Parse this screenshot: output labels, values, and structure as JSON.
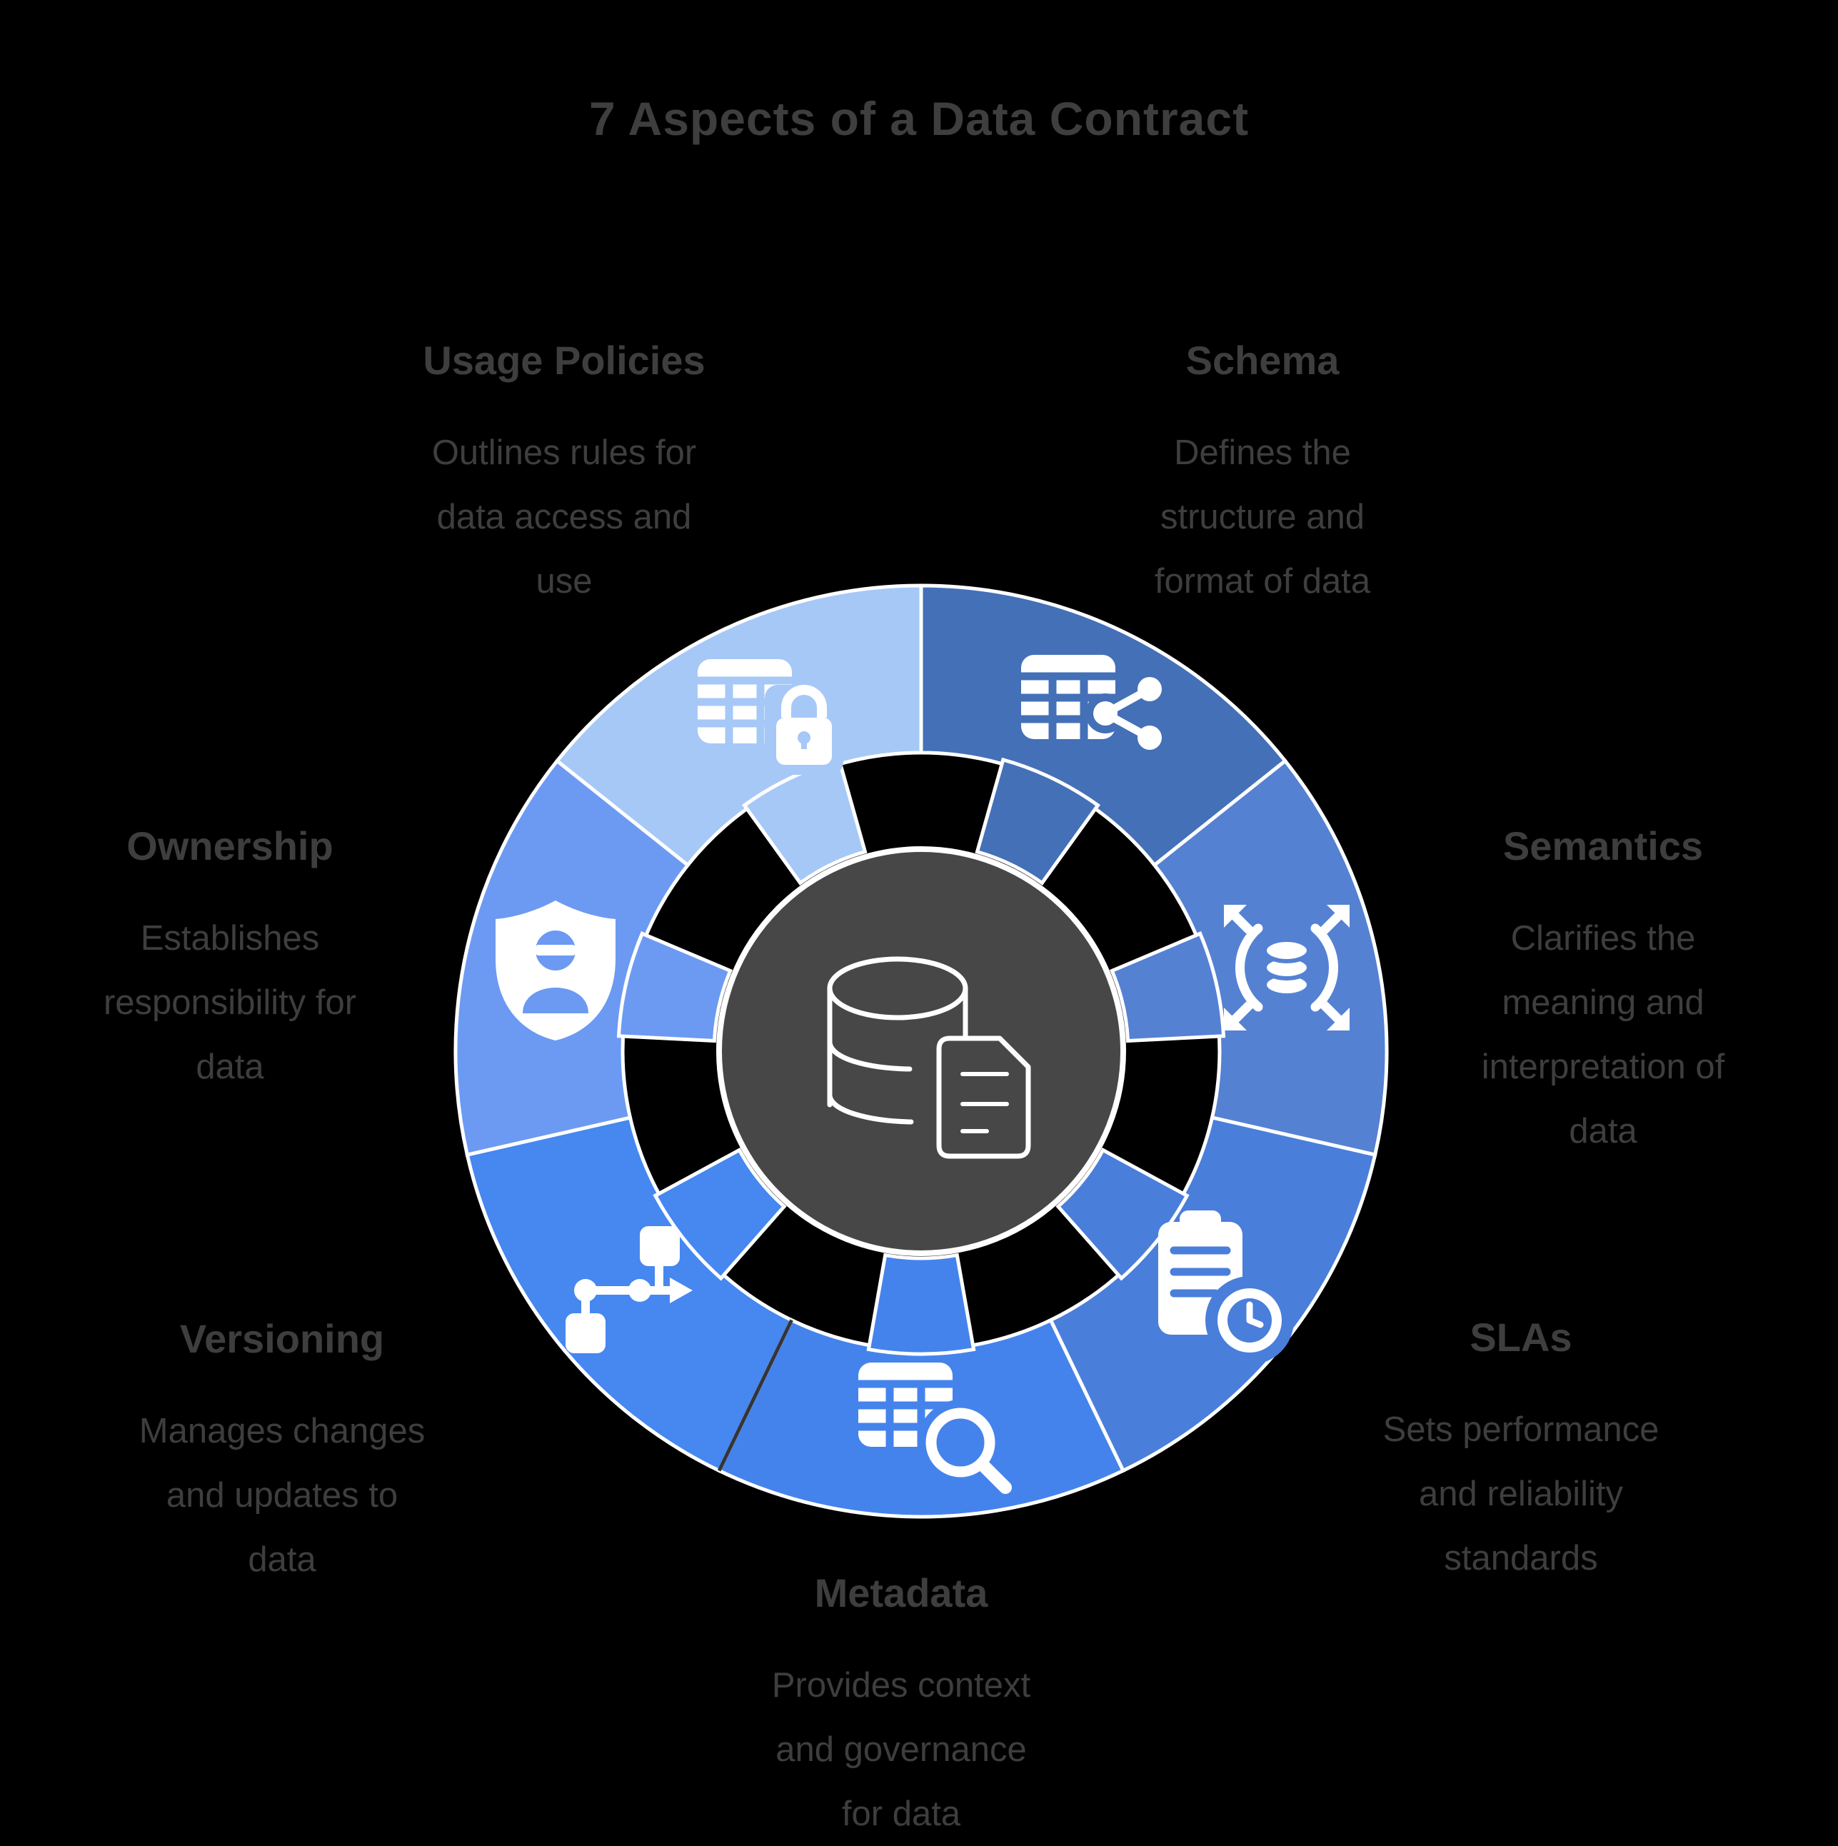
{
  "title": "7 Aspects of a Data Contract",
  "colors": {
    "background": "#000000",
    "text": "#3e3e3e",
    "hub": "#474747",
    "divider": "#ffffff",
    "dark_divider": "#353535"
  },
  "center": {
    "icon": "database-with-document"
  },
  "segments": [
    {
      "id": "schema",
      "label": "Schema",
      "description": "Defines the\nstructure and\nformat of data",
      "color": "#4470b8",
      "icon": "table-share"
    },
    {
      "id": "semantics",
      "label": "Semantics",
      "description": "Clarifies the\nmeaning and\ninterpretation of\ndata",
      "color": "#5581d3",
      "icon": "database-expand"
    },
    {
      "id": "slas",
      "label": "SLAs",
      "description": "Sets performance\nand reliability\nstandards",
      "color": "#4a7edb",
      "icon": "clipboard-clock"
    },
    {
      "id": "metadata",
      "label": "Metadata",
      "description": "Provides context\nand governance\nfor data",
      "color": "#4583ec",
      "icon": "table-magnifier"
    },
    {
      "id": "versioning",
      "label": "Versioning",
      "description": "Manages changes\nand updates to\ndata",
      "color": "#4687f0",
      "icon": "flowchart"
    },
    {
      "id": "ownership",
      "label": "Ownership",
      "description": "Establishes\nresponsibility for\ndata",
      "color": "#6c9af2",
      "icon": "shield-user"
    },
    {
      "id": "usage_policies",
      "label": "Usage Policies",
      "description": "Outlines rules for\ndata access and\nuse",
      "color": "#a6c8f7",
      "icon": "table-lock"
    }
  ]
}
